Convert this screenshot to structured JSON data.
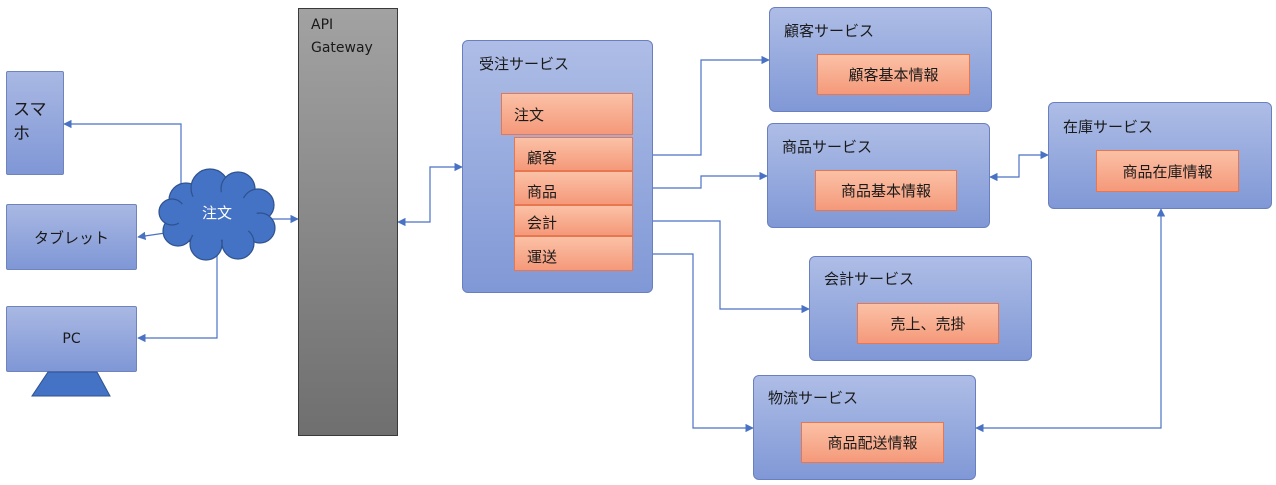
{
  "devices": {
    "smartphone": "スマホ",
    "tablet": "タブレット",
    "pc": "PC"
  },
  "cloud_label": "注文",
  "gateway": {
    "line1": "API",
    "line2": "Gateway"
  },
  "order_service": {
    "title": "受注サービス",
    "items": [
      "注文",
      "顧客",
      "商品",
      "会計",
      "運送"
    ]
  },
  "services": {
    "customer": {
      "title": "顧客サービス",
      "entity": "顧客基本情報"
    },
    "product": {
      "title": "商品サービス",
      "entity": "商品基本情報"
    },
    "inventory": {
      "title": "在庫サービス",
      "entity": "商品在庫情報"
    },
    "accounting": {
      "title": "会計サービス",
      "entity": "売上、売掛"
    },
    "logistics": {
      "title": "物流サービス",
      "entity": "商品配送情報"
    }
  },
  "colors": {
    "connector": "#4a72c4",
    "service_fill": "#8fa5dc",
    "entity_fill": "#f8aa8c",
    "gateway_fill": "#888888",
    "cloud_fill": "#4472c4"
  }
}
